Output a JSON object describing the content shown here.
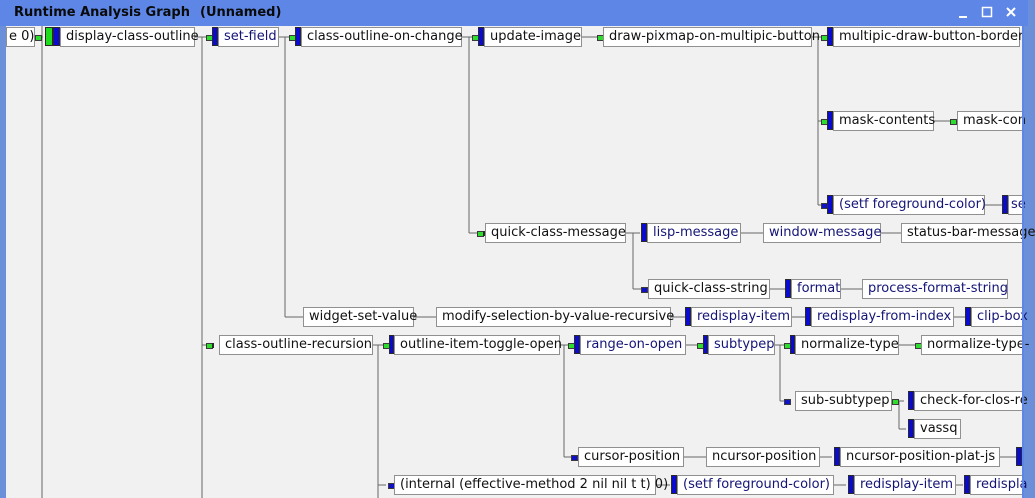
{
  "window": {
    "title": "Runtime Analysis Graph",
    "subtitle": "(Unnamed)"
  },
  "colors": {
    "titlebar": "#5d86e6",
    "canvas": "#f1f1f1",
    "marker_blue": "#0b0bd0",
    "marker_green": "#1fdc1f"
  },
  "nodes": {
    "partial_root": "e 0)",
    "display_class_outline": "display-class-outline",
    "set_field": "set-field",
    "class_outline_on_change": "class-outline-on-change",
    "update_image": "update-image",
    "draw_pixmap_on_multipic_button": "draw-pixmap-on-multipic-button",
    "multipic_draw_button_border": "multipic-draw-button-border",
    "mask_contents": "mask-contents",
    "mask_con_partial": "mask-con",
    "setf_foreground_color_1": "(setf foreground-color)",
    "se_partial": "se",
    "quick_class_message": "quick-class-message",
    "lisp_message": "lisp-message",
    "window_message": "window-message",
    "status_bar_message": "status-bar-message",
    "quick_class_string": "quick-class-string",
    "format": "format",
    "process_format_string": "process-format-string",
    "widget_set_value": "widget-set-value",
    "modify_selection_by_value_recursive": "modify-selection-by-value-recursive",
    "redisplay_item_1": "redisplay-item",
    "redisplay_from_index": "redisplay-from-index",
    "clip_box_partial": "clip-box",
    "class_outline_recursion": "class-outline-recursion",
    "outline_item_toggle_open": "outline-item-toggle-open",
    "range_on_open": "range-on-open",
    "subtypep": "subtypep",
    "normalize_type": "normalize-type",
    "normalize_type_partial": "normalize-type-",
    "sub_subtypep": "sub-subtypep",
    "check_for_clos_partial": "check-for-clos-re",
    "vassq": "vassq",
    "cursor_position": "cursor-position",
    "ncursor_position": "ncursor-position",
    "ncursor_position_plat_js": "ncursor-position-plat-js",
    "internal_effective_method": "(internal (effective-method 2 nil nil t t) 0)",
    "setf_foreground_color_2": "(setf foreground-color)",
    "redisplay_item_2": "redisplay-item",
    "redisplay_partial": "redispla"
  }
}
